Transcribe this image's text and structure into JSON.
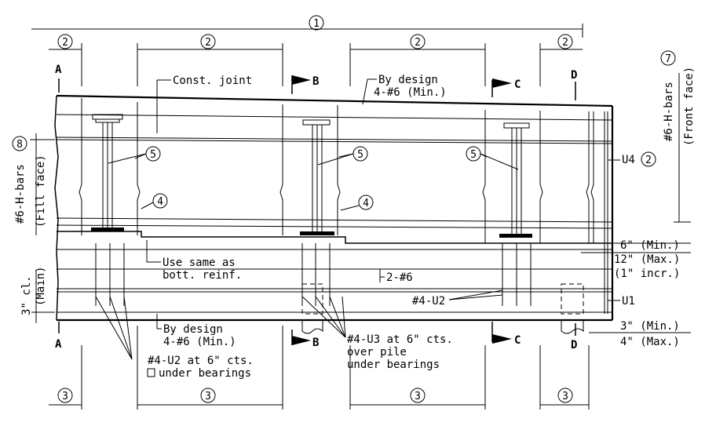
{
  "callouts": {
    "c1": "1",
    "c2": "2",
    "c3": "3",
    "c4": "4",
    "c5": "5",
    "c7": "7",
    "c8": "8"
  },
  "sections": {
    "A": "A",
    "B": "B",
    "C": "C",
    "D": "D"
  },
  "notes": {
    "const_joint": "Const. joint",
    "by_design_top_1": "By design",
    "by_design_top_2": "4-#6 (Min.)",
    "by_design_bot_1": "By design",
    "by_design_bot_2": "4-#6 (Min.)",
    "use_same_1": "Use same as",
    "use_same_2": "bott. reinf.",
    "two_bars": "2-#6",
    "u2_bar": "#4-U2",
    "u2_note_1": "#4-U2 at 6\" cts.",
    "u2_note_2": "under bearings",
    "u3_note_1": "#4-U3 at 6\" cts.",
    "u3_note_2": "over pile",
    "u3_note_3": "under bearings",
    "u4": "U4",
    "u1": "U1",
    "front_face_1": "#6-H-bars",
    "front_face_2": "(Front face)",
    "fill_face_1": "#6-H-bars",
    "fill_face_2": "(Fill face)",
    "clear_1": "3\" cl.",
    "clear_2": "(Main)",
    "min6": "6\" (Min.)",
    "max12": "12\" (Max.)",
    "incr1": "(1\" incr.)",
    "min3": "3\" (Min.)",
    "max4": "4\" (Max.)"
  }
}
